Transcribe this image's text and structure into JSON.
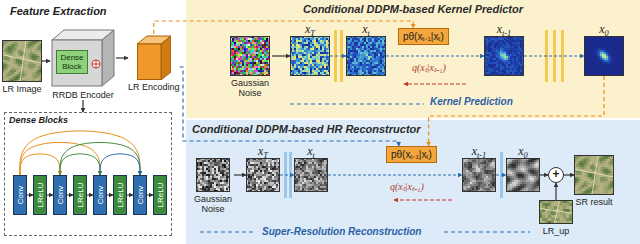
{
  "diagram": {
    "nodes": [
      {
        "text": [
          "LR Image"
        ]
      },
      {
        "text": [
          "RRDB Encoder"
        ]
      },
      {
        "text": [
          "Dense Block"
        ],
        "in": 1
      },
      {
        "text": [
          "LR Encoding"
        ]
      },
      {
        "text": [
          "Dense Blocks"
        ]
      },
      {
        "text": [
          "Conv"
        ],
        "in": 4
      },
      {
        "text": [
          "LReLU"
        ],
        "in": 4
      },
      {
        "text": [
          "Conv"
        ],
        "in": 4
      },
      {
        "text": [
          "LReLU"
        ],
        "in": 4
      },
      {
        "text": [
          "Conv"
        ],
        "in": 4
      },
      {
        "text": [
          "LReLU"
        ],
        "in": 4
      },
      {
        "text": [
          "Conv"
        ],
        "in": 4
      },
      {
        "text": [
          "LReLU"
        ],
        "in": 4
      },
      {
        "text": [
          "Conditional DDPM-based Kernel Predictor"
        ]
      },
      {
        "text": [
          "Gaussian Noise"
        ],
        "in": 13
      },
      {
        "text": [
          "xT"
        ],
        "in": 13
      },
      {
        "text": [
          "xt"
        ],
        "in": 13
      },
      {
        "text": [
          "pθ(xₜ₋₁|xₜ)"
        ],
        "in": 13
      },
      {
        "text": [
          "xt-1"
        ],
        "in": 13
      },
      {
        "text": [
          "x0"
        ],
        "in": 13
      },
      {
        "text": [
          "Conditional DDPM-based HR Reconstructor"
        ]
      },
      {
        "text": [
          "Gaussian Noise"
        ],
        "in": 20
      },
      {
        "text": [
          "xT"
        ],
        "in": 20
      },
      {
        "text": [
          "xt"
        ],
        "in": 20
      },
      {
        "text": [
          "pθ(xₜ₋₁|xₜ)"
        ],
        "in": 20
      },
      {
        "text": [
          "xt-1"
        ],
        "in": 20
      },
      {
        "text": [
          "x0"
        ],
        "in": 20
      },
      {
        "text": [
          "+"
        ],
        "in": 20
      },
      {
        "text": [
          "LR_up"
        ],
        "in": 20
      },
      {
        "text": [
          "SR result"
        ],
        "in": 20
      }
    ],
    "edges": [
      {
        "from": 0,
        "to": 1,
        "arrow": "to"
      },
      {
        "from": 1,
        "to": 3,
        "arrow": "to"
      },
      {
        "from": 1,
        "to": 4,
        "arrow": "to"
      },
      {
        "from": 3,
        "to": 17,
        "arrow": "to"
      },
      {
        "from": 3,
        "to": 24,
        "arrow": "to"
      },
      {
        "from": 19,
        "to": 24,
        "arrow": "to"
      },
      {
        "from": 5,
        "to": 6,
        "arrow": "to"
      },
      {
        "from": 6,
        "to": 7,
        "arrow": "to"
      },
      {
        "from": 7,
        "to": 8,
        "arrow": "to"
      },
      {
        "from": 8,
        "to": 9,
        "arrow": "to"
      },
      {
        "from": 9,
        "to": 10,
        "arrow": "to"
      },
      {
        "from": 10,
        "to": 11,
        "arrow": "to"
      },
      {
        "from": 11,
        "to": 12,
        "arrow": "to"
      },
      {
        "from": 5,
        "to": 7,
        "arrow": "to"
      },
      {
        "from": 5,
        "to": 9,
        "arrow": "to"
      },
      {
        "from": 5,
        "to": 11,
        "arrow": "to"
      },
      {
        "from": 7,
        "to": 9,
        "arrow": "to"
      },
      {
        "from": 7,
        "to": 11,
        "arrow": "to"
      },
      {
        "from": 9,
        "to": 11,
        "arrow": "to"
      },
      {
        "from": 14,
        "to": 15,
        "arrow": "to"
      },
      {
        "from": 15,
        "to": 16,
        "arrow": "to"
      },
      {
        "from": 16,
        "to": 18,
        "arrow": "to"
      },
      {
        "from": 18,
        "to": 19,
        "arrow": "to"
      },
      {
        "from": 21,
        "to": 22,
        "arrow": "to"
      },
      {
        "from": 22,
        "to": 23,
        "arrow": "to"
      },
      {
        "from": 23,
        "to": 25,
        "arrow": "to"
      },
      {
        "from": 25,
        "to": 26,
        "arrow": "to"
      },
      {
        "from": 26,
        "to": 27,
        "arrow": "to"
      },
      {
        "from": 28,
        "to": 27,
        "arrow": "to"
      },
      {
        "from": 27,
        "to": 29,
        "arrow": "to"
      }
    ],
    "labels": [
      "Feature Extraction",
      "q(xₜ|xₜ₋₁)",
      "Kernel Prediction",
      "q(xₜ|xₜ₋₁)",
      "Super-Resolution Reconstruction"
    ]
  }
}
